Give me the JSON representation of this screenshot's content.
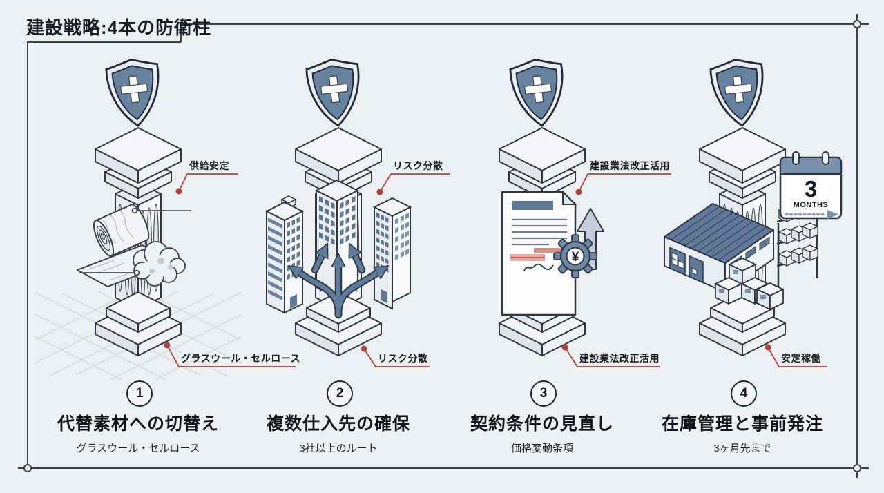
{
  "title": "建設戦略:4本の防衛柱",
  "colors": {
    "background": "#edf0f3",
    "outline": "#2e3742",
    "accent_red": "#b0413a",
    "shield_blue": "#66829f",
    "steel_blue": "#5d7894"
  },
  "icons": {
    "shield": "shield-with-cross",
    "pillar": "classical-column",
    "pillar1": [
      "insulation-roll",
      "cellulose-cloud",
      "floor-grid"
    ],
    "pillar2": [
      "office-buildings",
      "branching-arrows"
    ],
    "pillar3": [
      "contract-document",
      "yen-gear",
      "price-up-arrow"
    ],
    "pillar4": [
      "warehouse",
      "storage-boxes",
      "shelf-rack",
      "calendar"
    ]
  },
  "pillars": [
    {
      "number": "1",
      "heading": "代替素材への切替え",
      "subheading": "グラスウール・セルロース",
      "callout_top": "供給安定",
      "callout_bottom": "グラスウール・セルロース"
    },
    {
      "number": "2",
      "heading": "複数仕入先の確保",
      "subheading": "3社以上のルート",
      "callout_top": "リスク分散",
      "callout_bottom": "リスク分散"
    },
    {
      "number": "3",
      "heading": "契約条件の見直し",
      "subheading": "価格変動条項",
      "callout_top": "建設業法改正活用",
      "callout_bottom": "建設業法改正活用",
      "gear_symbol": "¥"
    },
    {
      "number": "4",
      "heading": "在庫管理と事前発注",
      "subheading": "3ヶ月先まで",
      "callout_bottom": "安定稼働",
      "calendar": {
        "value": "3",
        "unit": "MONTHS"
      }
    }
  ]
}
